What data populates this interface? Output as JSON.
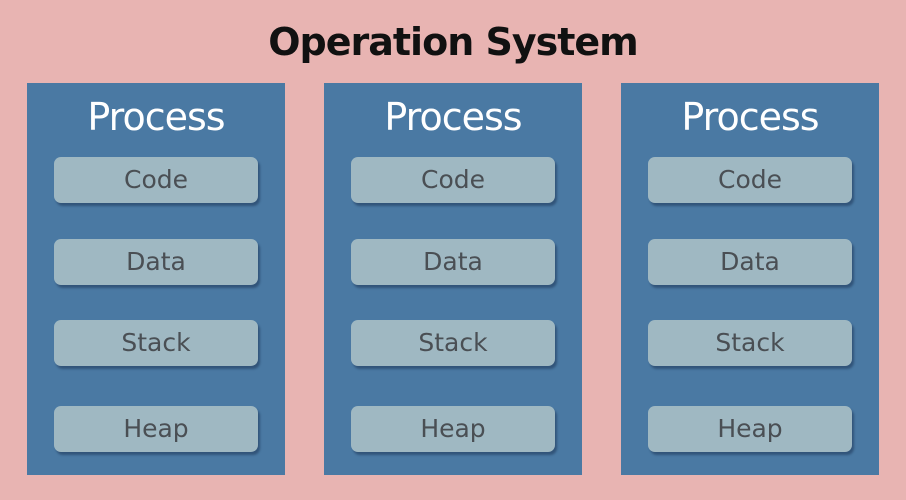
{
  "diagram": {
    "title": "Operation System",
    "process_label": "Process",
    "segments": [
      "Code",
      "Data",
      "Stack",
      "Heap"
    ],
    "process_count": 3,
    "colors": {
      "background": "#e8b4b2",
      "process_box": "#4a79a3",
      "segment_box": "#9fb8c2",
      "title_text": "#111111",
      "process_text": "#ffffff",
      "segment_text": "#4a4f54"
    }
  }
}
